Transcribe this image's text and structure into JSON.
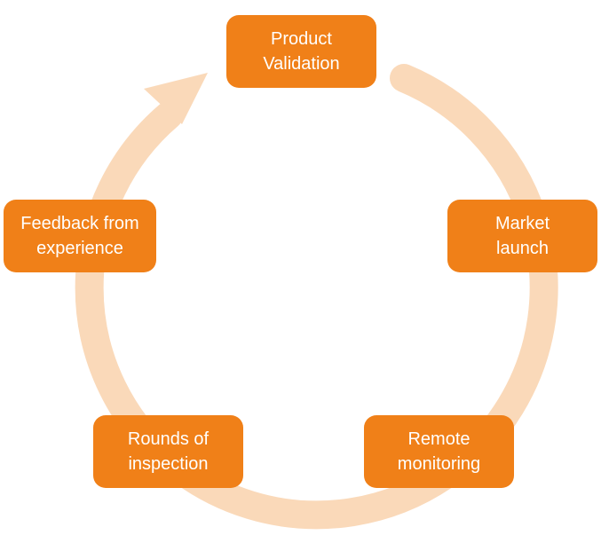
{
  "colors": {
    "box_fill": "#f08018",
    "box_text": "#ffffff",
    "cycle_arrow": "#fad9b9"
  },
  "stages": [
    {
      "line1": "Product",
      "line2": "Validation"
    },
    {
      "line1": "Market",
      "line2": "launch"
    },
    {
      "line1": "Remote",
      "line2": "monitoring"
    },
    {
      "line1": "Rounds of",
      "line2": "inspection"
    },
    {
      "line1": "Feedback from",
      "line2": "experience"
    }
  ]
}
